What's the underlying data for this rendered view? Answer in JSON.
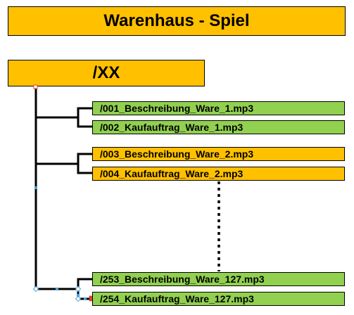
{
  "colors": {
    "orange": "#ffc000",
    "green": "#92d050",
    "line": "#000000",
    "handle_blue": "#4aa3df",
    "handle_red": "#e8402b"
  },
  "title": "Warenhaus - Spiel",
  "root": {
    "label": "/XX"
  },
  "files": [
    {
      "label": "/001_Beschreibung_Ware_1.mp3",
      "color": "green"
    },
    {
      "label": "/002_Kaufauftrag_Ware_1.mp3",
      "color": "green"
    },
    {
      "label": "/003_Beschreibung_Ware_2.mp3",
      "color": "orange"
    },
    {
      "label": "/004_Kaufauftrag_Ware_2.mp3",
      "color": "orange"
    },
    {
      "label": "/253_Beschreibung_Ware_127.mp3",
      "color": "green"
    },
    {
      "label": "/254_Kaufauftrag_Ware_127.mp3",
      "color": "green"
    }
  ]
}
